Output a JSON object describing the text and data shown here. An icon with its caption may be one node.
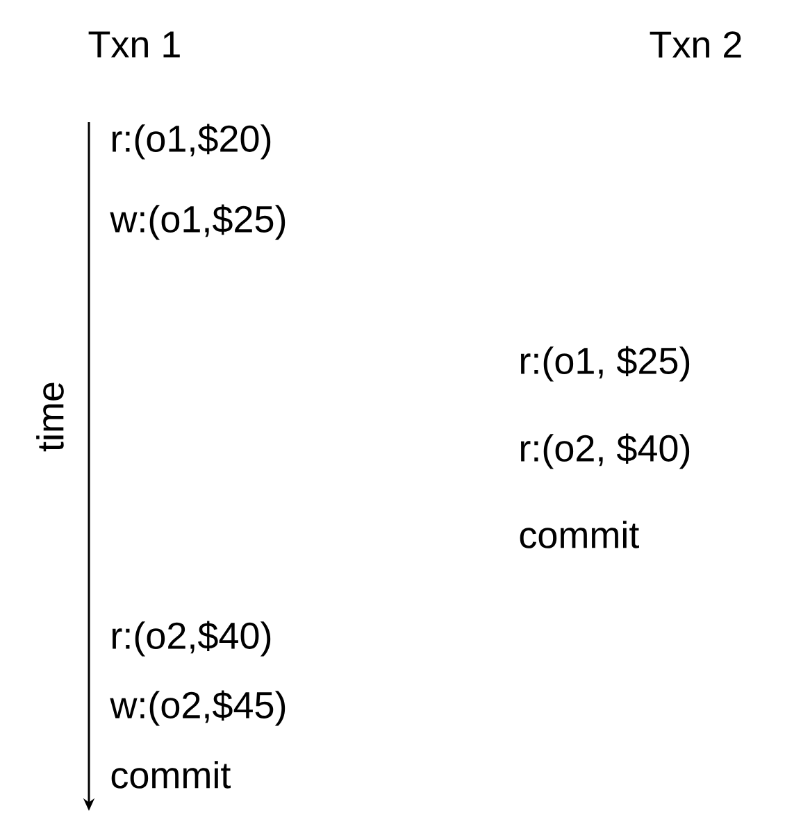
{
  "diagram": {
    "labels": [
      "Txn 1",
      "Txn 2",
      "r:(o1,$20)",
      "w:(o1,$25)",
      "r:(o1, $25)",
      "time",
      "r:(o2, $40)",
      "commit",
      "r:(o2,$40)",
      "w:(o2,$45)",
      "commit"
    ]
  }
}
